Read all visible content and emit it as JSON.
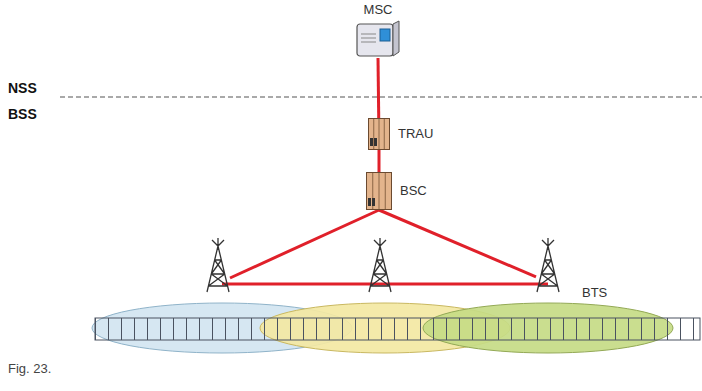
{
  "diagram": {
    "caption": "Fig. 23.",
    "nodes": [
      {
        "text": [
          "MSC"
        ]
      },
      {
        "text": [
          "TRAU"
        ]
      },
      {
        "text": [
          "BSC"
        ]
      },
      {
        "text": [
          "BTS"
        ]
      }
    ],
    "edges": [
      {
        "from": 0,
        "to": 1,
        "arrow": "none"
      },
      {
        "from": 1,
        "to": 2,
        "arrow": "none"
      },
      {
        "from": 2,
        "to": 3,
        "arrow": "none"
      }
    ],
    "labels": [
      "NSS",
      "BSS"
    ]
  }
}
